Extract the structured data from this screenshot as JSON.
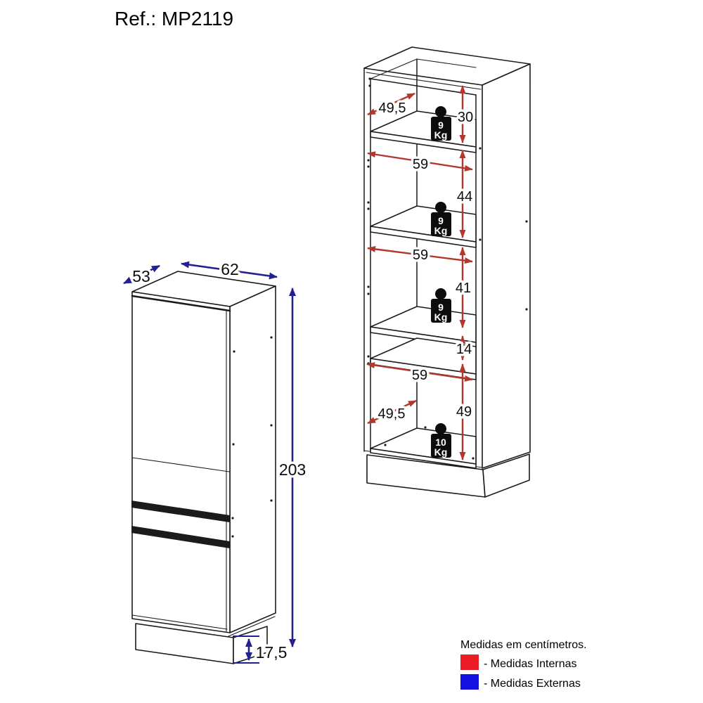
{
  "title": "Ref.: MP2119",
  "colors": {
    "internal-dim": "#b3372c",
    "external-dim": "#23218f",
    "legend-internal": "#ec1c24",
    "legend-external": "#1511e0",
    "line": "#1b1b1b",
    "badge-bg": "#0c0c0c"
  },
  "external_dims": {
    "depth": "53",
    "width": "62",
    "height": "203",
    "base_height": "17,5"
  },
  "internal_dims": {
    "top_shelf_depth": "49,5",
    "section1_height": "30",
    "section2_width": "59",
    "section2_height": "44",
    "section3_width": "59",
    "section3_height": "41",
    "drawer_gap_height": "14",
    "bottom_section_width": "59",
    "bottom_shelf_depth": "49,5",
    "bottom_section_height": "49"
  },
  "weight_badges": [
    {
      "value": "9",
      "unit": "Kg"
    },
    {
      "value": "9",
      "unit": "Kg"
    },
    {
      "value": "9",
      "unit": "Kg"
    },
    {
      "value": "10",
      "unit": "Kg"
    }
  ],
  "legend": {
    "note": "Medidas em centímetros.",
    "internal_label": "- Medidas Internas",
    "external_label": "- Medidas Externas"
  }
}
